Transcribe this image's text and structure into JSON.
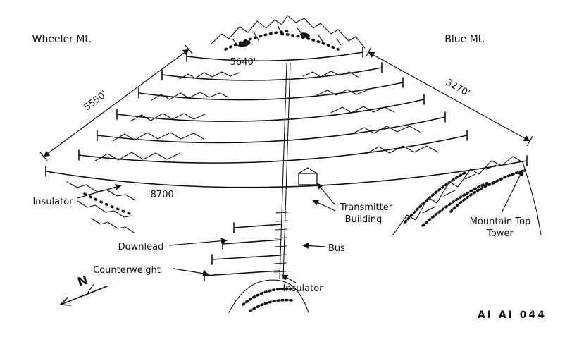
{
  "figure": {
    "id": "AI AI 044",
    "labels": {
      "wheeler": "Wheeler Mt.",
      "blue": "Blue Mt.",
      "d5640": "5640'",
      "d5550": "5550'",
      "d3270": "3270'",
      "d8700": "8700'",
      "insulator_left": "Insulator",
      "transmitter_line1": "Transmitter",
      "transmitter_line2": "Building",
      "mountain_top_line1": "Mountain Top",
      "mountain_top_line2": "Tower",
      "downlead": "Downlead",
      "bus": "Bus",
      "counterweight": "Counterweight",
      "insulator_bottom": "Insulator",
      "north": "N"
    },
    "colors": {
      "ink": "#111111",
      "paper": "#ffffff"
    }
  }
}
